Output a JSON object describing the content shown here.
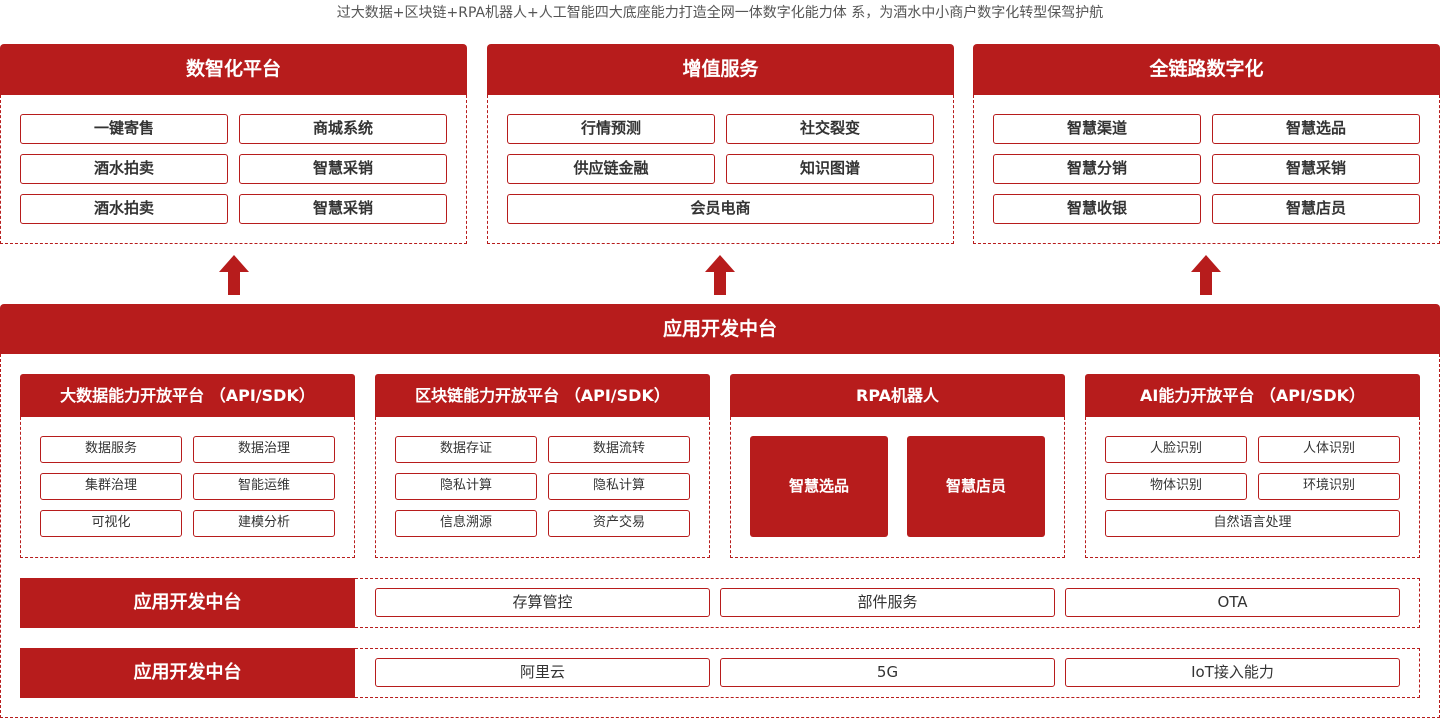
{
  "subtitle": "过大数据+区块链+RPA机器人+人工智能四大底座能力打造全网一体数字化能力体 系，为酒水中小商户数字化转型保驾护航",
  "top_cards": [
    {
      "title": "数智化平台",
      "items": [
        "一键寄售",
        "商城系统",
        "酒水拍卖",
        "智慧采销",
        "酒水拍卖",
        "智慧采销"
      ]
    },
    {
      "title": "增值服务",
      "items": [
        "行情预测",
        "社交裂变",
        "供应链金融",
        "知识图谱",
        "会员电商"
      ]
    },
    {
      "title": "全链路数字化",
      "items": [
        "智慧渠道",
        "智慧选品",
        "智慧分销",
        "智慧采销",
        "智慧收银",
        "智慧店员"
      ]
    }
  ],
  "main_title": "应用开发中台",
  "sub_cards": [
    {
      "title": "大数据能力开放平台 （API/SDK）",
      "items": [
        "数据服务",
        "数据治理",
        "集群治理",
        "智能运维",
        "可视化",
        "建模分析"
      ]
    },
    {
      "title": "区块链能力开放平台 （API/SDK）",
      "items": [
        "数据存证",
        "数据流转",
        "隐私计算",
        "隐私计算",
        "信息溯源",
        "资产交易"
      ]
    },
    {
      "title": "RPA机器人",
      "items": [
        "智慧选品",
        "智慧店员"
      ]
    },
    {
      "title": "AI能力开放平台 （API/SDK）",
      "items": [
        "人脸识别",
        "人体识别",
        "物体识别",
        "环境识别",
        "自然语言处理"
      ]
    }
  ],
  "rows": [
    {
      "label": "应用开发中台",
      "items": [
        "存算管控",
        "部件服务",
        "OTA"
      ]
    },
    {
      "label": "应用开发中台",
      "items": [
        "阿里云",
        "5G",
        "IoT接入能力"
      ]
    }
  ],
  "colors": {
    "accent": "#b71c1c"
  }
}
